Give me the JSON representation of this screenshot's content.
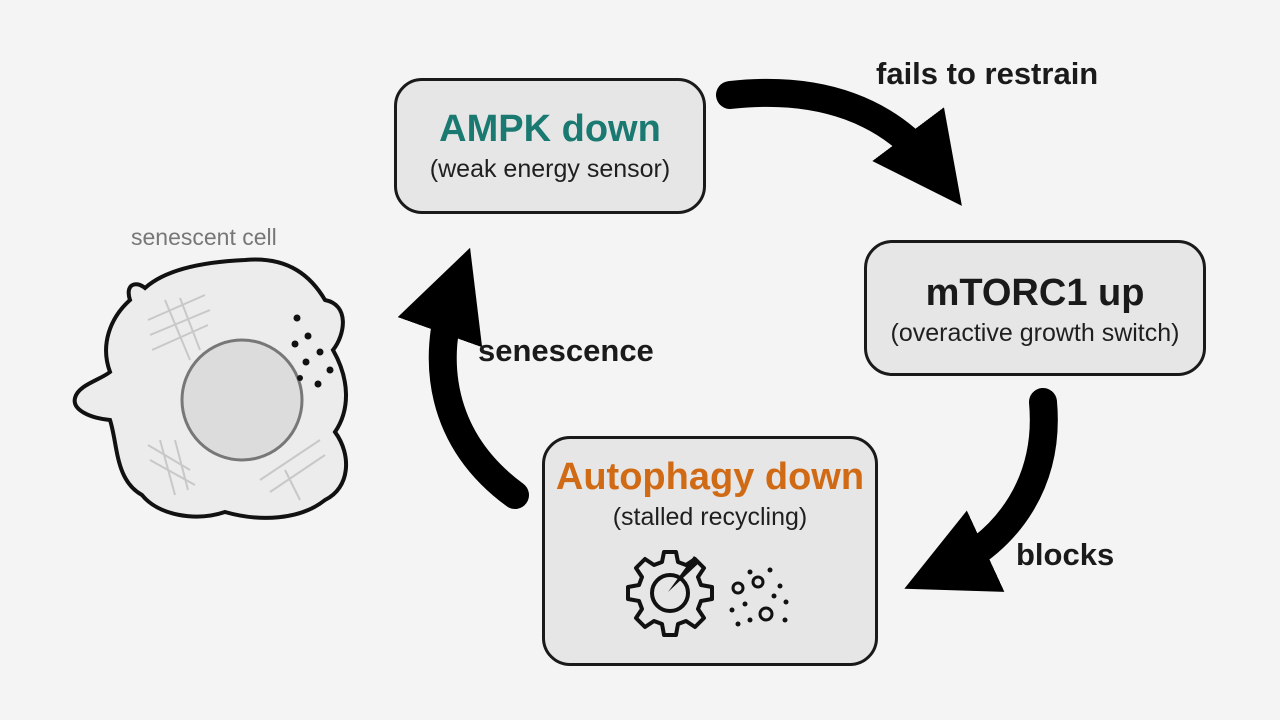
{
  "nodes": {
    "ampk": {
      "title": "AMPK down",
      "subtitle": "(weak energy sensor)"
    },
    "mtorc": {
      "title": "mTORC1 up",
      "subtitle": "(overactive growth switch)"
    },
    "autophagy": {
      "title": "Autophagy down",
      "subtitle": "(stalled recycling)"
    }
  },
  "edges": {
    "ampk_to_mtorc": "fails to restrain",
    "mtorc_to_autophagy": "blocks",
    "autophagy_to_ampk": "senescence"
  },
  "cell": {
    "caption": "senescent cell"
  },
  "icons": {
    "autophagy": [
      "gear-icon",
      "debris-dots-icon"
    ],
    "cell": "senescent-cell-icon"
  },
  "colors": {
    "ampk_title": "#1a7a72",
    "autophagy_title": "#d06a14",
    "node_fill": "#e6e6e6",
    "arrow": "#000000"
  }
}
